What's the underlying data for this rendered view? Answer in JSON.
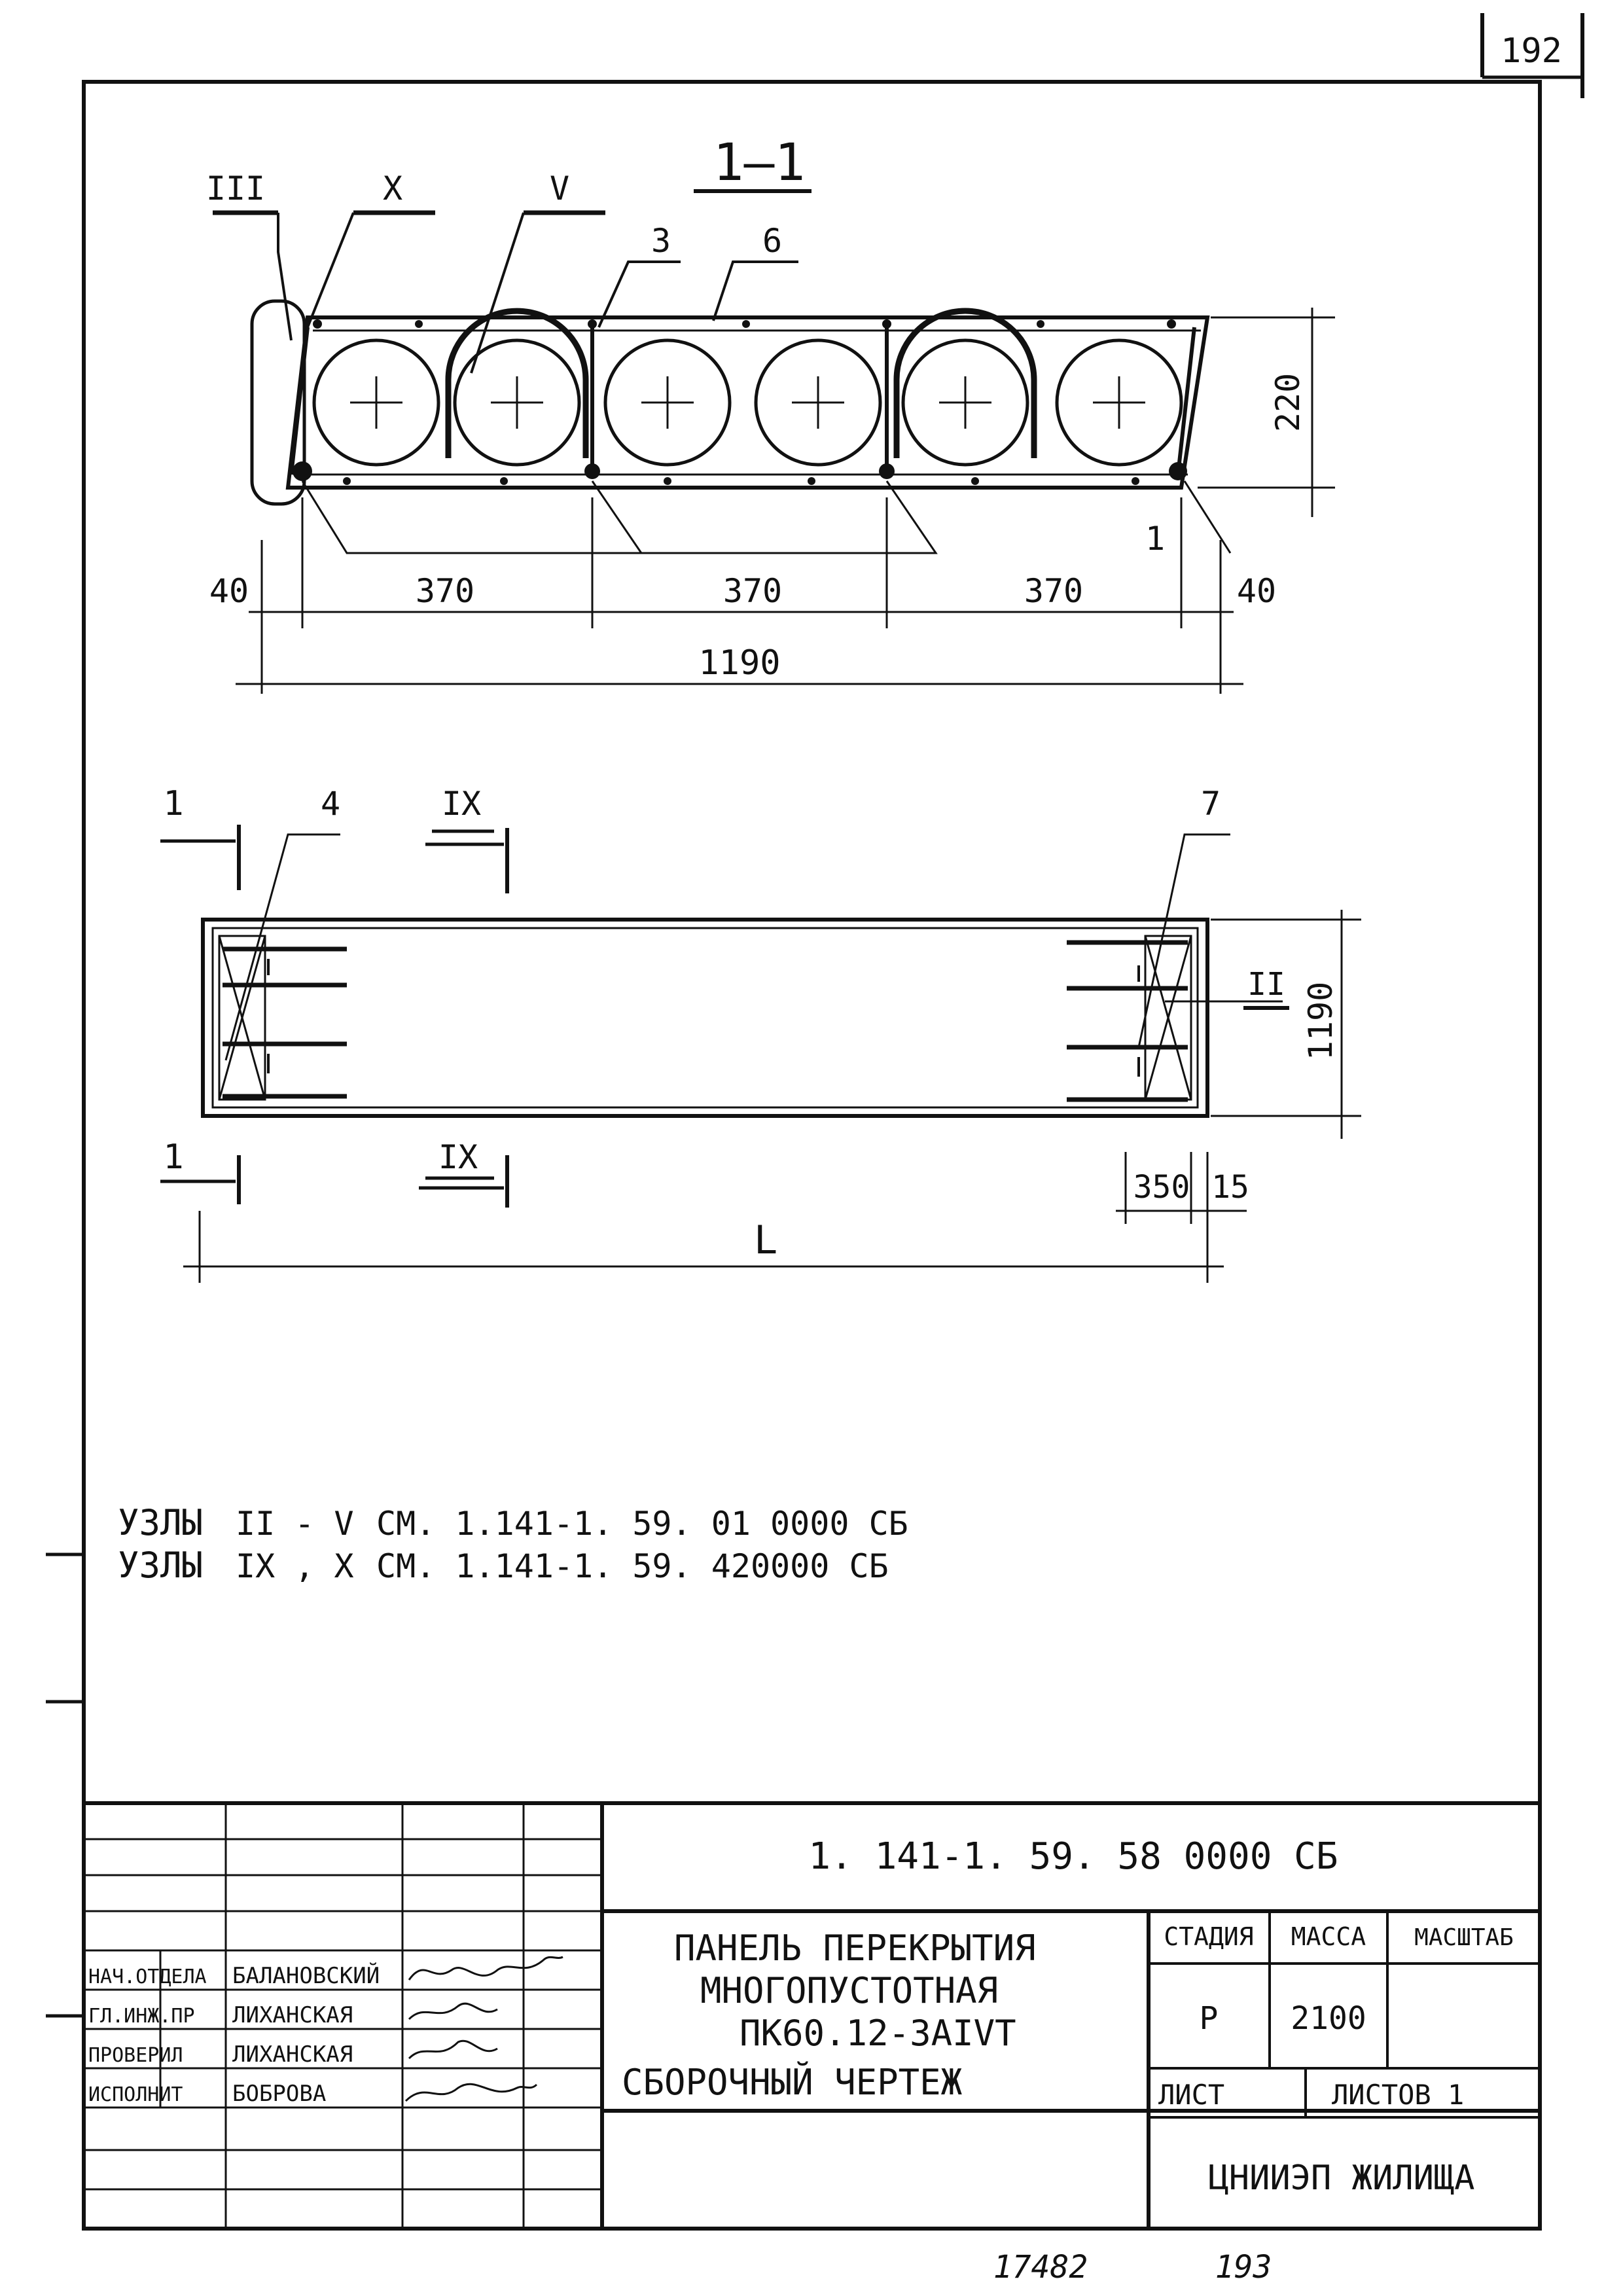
{
  "sheet": {
    "corner_number": "192",
    "bottom_left_number": "17482",
    "bottom_right_number": "193"
  },
  "section": {
    "title": "1—1",
    "node_labels": [
      "III",
      "X",
      "V"
    ],
    "position_labels": [
      "3",
      "6",
      "1"
    ],
    "dimensions": {
      "edge_left": "40",
      "pitch_1": "370",
      "pitch_2": "370",
      "pitch_3": "370",
      "edge_right": "40",
      "width": "1190",
      "height": "220"
    }
  },
  "plan": {
    "cut_marks": {
      "section_1_top": "1",
      "section_1_bottom": "1",
      "node_9_top": "IX",
      "node_9_bottom": "IX"
    },
    "position_labels": [
      "4",
      "7"
    ],
    "node_label_right": "II",
    "dimensions": {
      "width": "1190",
      "end_zone": "350",
      "edge": "15",
      "length": "L"
    }
  },
  "notes": [
    {
      "prefix": "УЗЛЫ",
      "nodes": "II - V",
      "text": "СМ. 1.141-1. 59. 01 0000 СБ"
    },
    {
      "prefix": "УЗЛЫ",
      "nodes": "IX , X",
      "text": "СМ. 1.141-1. 59. 420000 СБ"
    }
  ],
  "title_block": {
    "document_code": "1. 141-1. 59. 58 0000 СБ",
    "title_lines": [
      "ПАНЕЛЬ ПЕРЕКРЫТИЯ",
      "МНОГОПУСТОТНАЯ",
      "ПК60.12-3АIVТ",
      "СБОРОЧНЫЙ ЧЕРТЕЖ"
    ],
    "headers": {
      "stage": "СТАДИЯ",
      "mass": "МАССА",
      "scale": "МАСШТАБ"
    },
    "values": {
      "stage": "Р",
      "mass": "2100",
      "scale": ""
    },
    "sheet_label": "ЛИСТ",
    "sheets_total": "ЛИСТОВ 1",
    "organization": "ЦНИИЭП ЖИЛИЩА",
    "signatures": [
      {
        "role": "НАЧ.ОТДЕЛА",
        "name": "БАЛАНОВСКИЙ"
      },
      {
        "role": "ГЛ.ИНЖ.ПР",
        "name": "ЛИХАНСКАЯ"
      },
      {
        "role": "ПРОВЕРИЛ",
        "name": "ЛИХАНСКАЯ"
      },
      {
        "role": "ИСПОЛНИТ",
        "name": "БОБРОВА"
      }
    ]
  }
}
